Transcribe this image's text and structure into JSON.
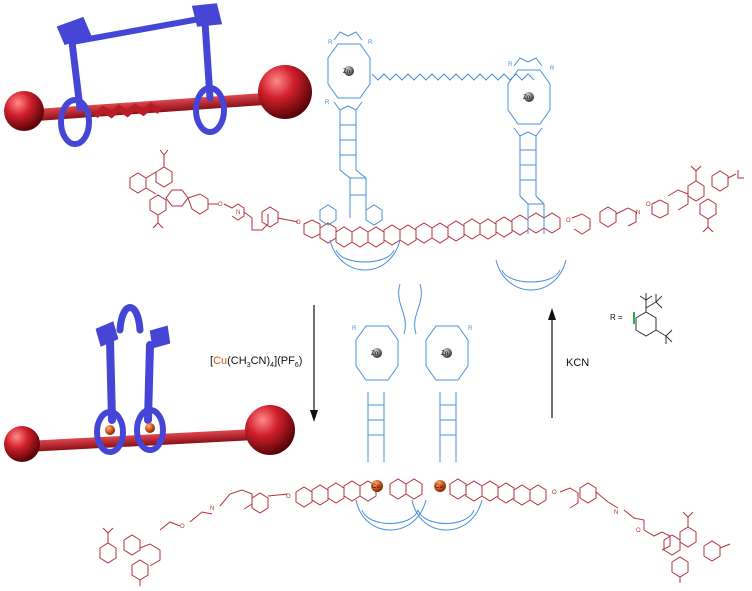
{
  "reagents": {
    "forward_prefix": "[",
    "forward_metal": "Cu",
    "forward_rest": "(CH",
    "forward_sub3": "3",
    "forward_cn": "CN)",
    "forward_sub4": "4",
    "forward_close": "](PF",
    "forward_sub6": "6",
    "forward_end": ")",
    "reverse": "KCN"
  },
  "r_group": {
    "label": "R ="
  },
  "atom_labels": {
    "zn": "Zn",
    "cu": "Cu",
    "n": "N",
    "o": "O",
    "r": "R"
  },
  "colors": {
    "thread": "#b5303a",
    "macrocycle": "#4a8fd8",
    "model_ring": "#4646d6",
    "stopper": "#c0182a",
    "copper": "#d2541a",
    "zinc": "#7a7a7a",
    "r_highlight": "#22b14c"
  }
}
